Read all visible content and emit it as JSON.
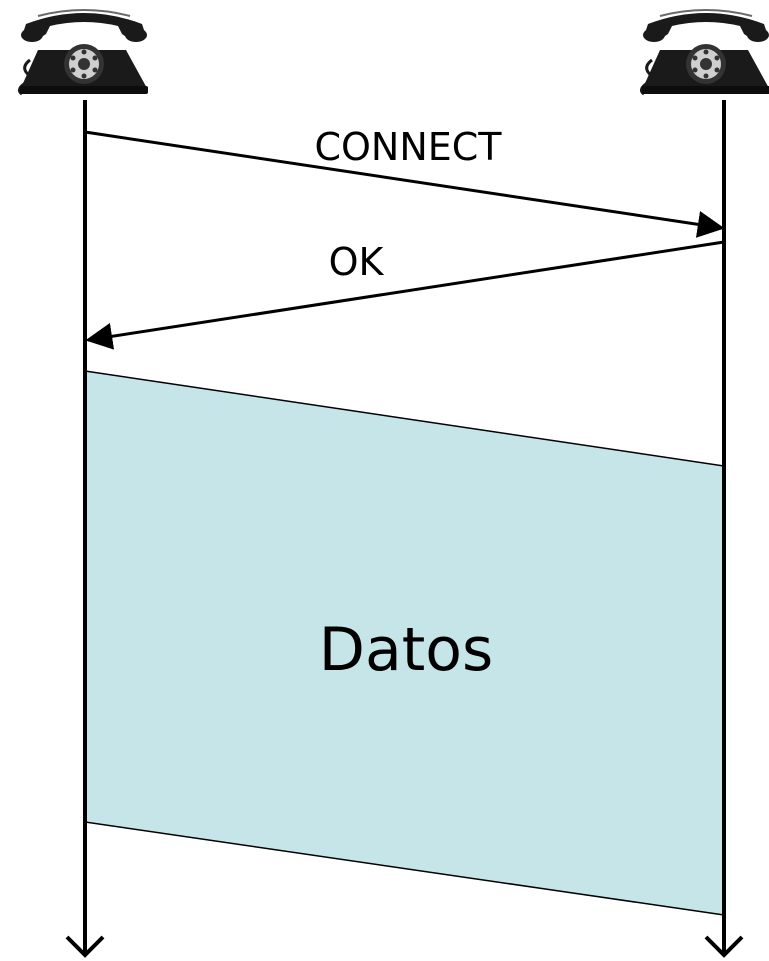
{
  "messages": [
    {
      "label": "CONNECT"
    },
    {
      "label": "OK"
    }
  ],
  "data_block": {
    "label": "Datos",
    "fill": "#c5e5e9"
  },
  "colors": {
    "line": "#000000",
    "phone_body": "#1a1a1a",
    "phone_highlight": "#6a6a6a",
    "dial": "#cfcfcf"
  },
  "endpoints": [
    {
      "icon": "telephone-icon"
    },
    {
      "icon": "telephone-icon"
    }
  ]
}
